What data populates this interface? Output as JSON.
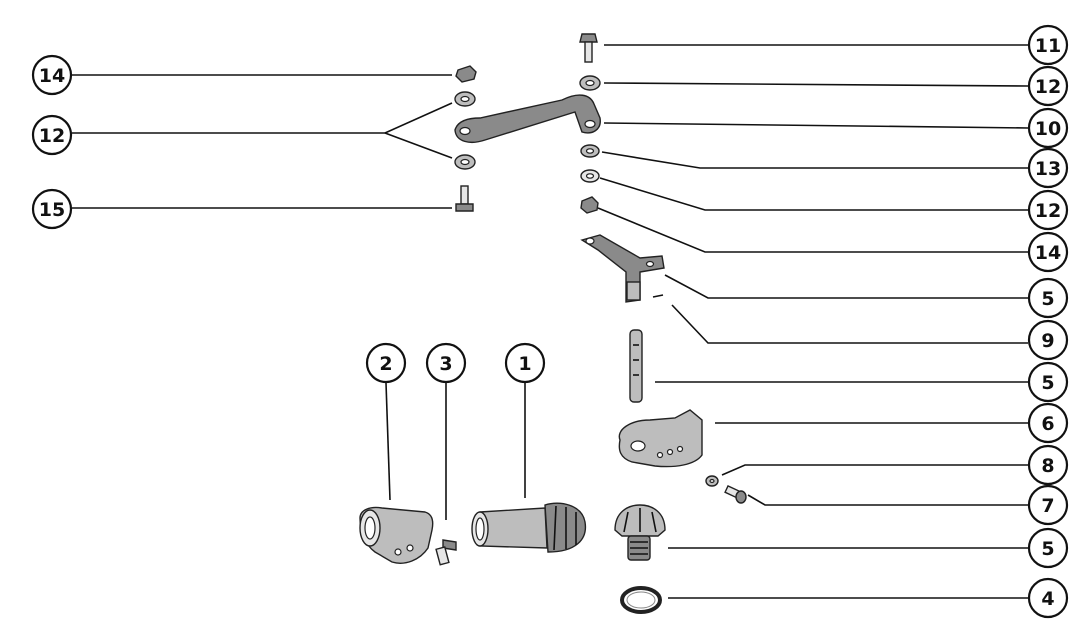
{
  "callouts": {
    "c14a": "14",
    "c12a": "12",
    "c15": "15",
    "c11": "11",
    "c12b": "12",
    "c10": "10",
    "c13": "13",
    "c12c": "12",
    "c14b": "14",
    "c5a": "5",
    "c9": "9",
    "c5b": "5",
    "c6": "6",
    "c8": "8",
    "c7": "7",
    "c5c": "5",
    "c4": "4",
    "c2": "2",
    "c3": "3",
    "c1": "1"
  },
  "colors": {
    "line": "#111111",
    "part_fill": "#bdbdbd",
    "background": "#ffffff"
  }
}
